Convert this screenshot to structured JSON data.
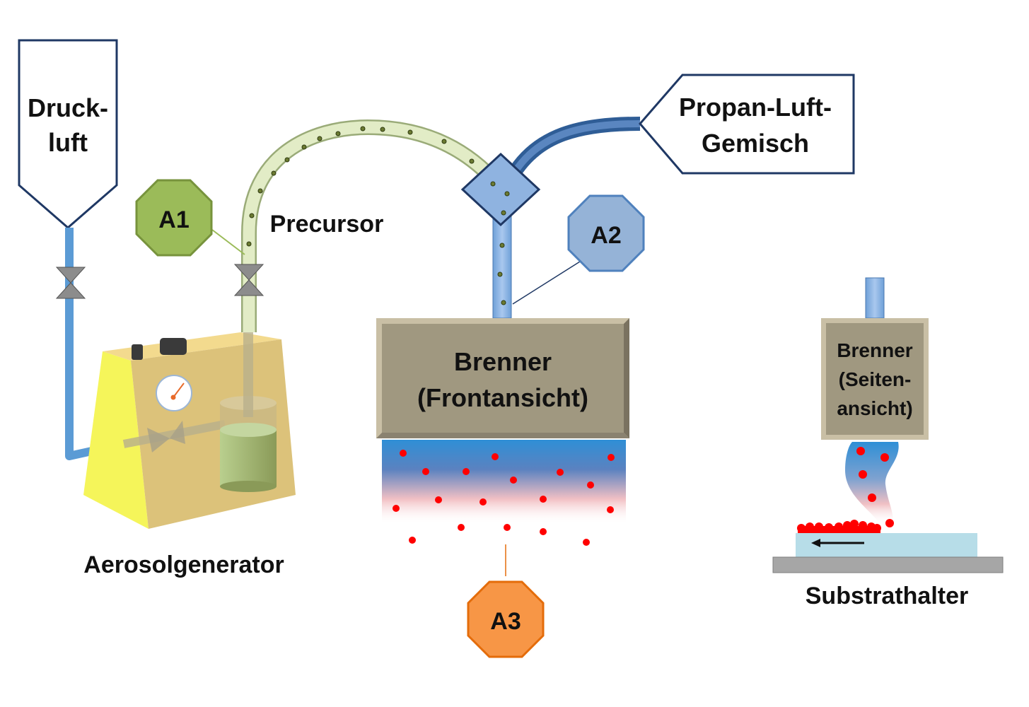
{
  "labels": {
    "druckluft_line1": "Druck-",
    "druckluft_line2": "luft",
    "propan_line1": "Propan-Luft-",
    "propan_line2": "Gemisch",
    "precursor": "Precursor",
    "aerosolgenerator": "Aerosolgenerator",
    "brenner_front_line1": "Brenner",
    "brenner_front_line2": "(Frontansicht)",
    "brenner_side_line1": "Brenner",
    "brenner_side_line2": "(Seiten-",
    "brenner_side_line3": "ansicht)",
    "substrathalter": "Substrathalter",
    "a1": "A1",
    "a2": "A2",
    "a3": "A3"
  },
  "colors": {
    "air_pipe": "#5b9bd5",
    "precursor_tube": "#e2ecc6",
    "a1": "#9bbb59",
    "a2": "#95b3d7",
    "a3": "#f79646",
    "burner": "#a09880",
    "particles": "#ff0000",
    "substrate": "#b7dde8",
    "holder": "#a6a6a6",
    "generator_front": "#dcc27a",
    "generator_side": "#f5f55a"
  },
  "icons": [
    "valve-icon",
    "pressure-gauge-icon",
    "arrow-left-icon"
  ]
}
